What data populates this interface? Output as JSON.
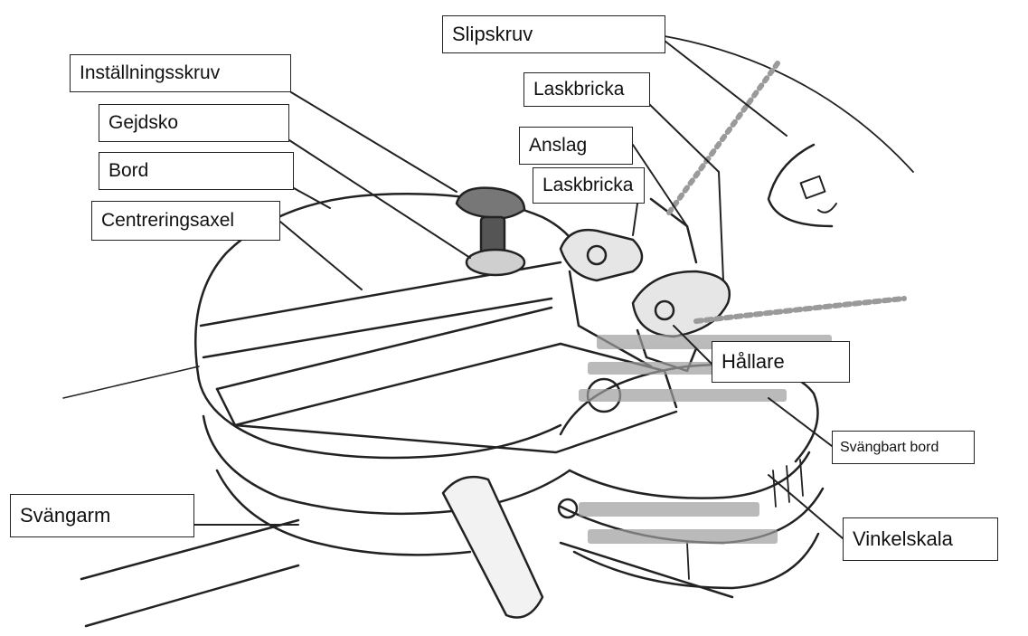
{
  "labels": {
    "slipskruv": "Slipskruv",
    "installningsskruv": "Inställningsskruv",
    "laskbricka_upper": "Laskbricka",
    "gejdsko": "Gejdsko",
    "anslag": "Anslag",
    "laskbricka_lower": "Laskbricka",
    "bord": "Bord",
    "centreringsaxel": "Centreringsaxel",
    "hallare": "Hållare",
    "svangbart_bord": "Svängbart bord",
    "svangarm": "Svängarm",
    "vinkelskala": "Vinkelskala"
  },
  "colors": {
    "ink": "#222222",
    "shade": "#9a9a9a",
    "paper": "#ffffff"
  }
}
